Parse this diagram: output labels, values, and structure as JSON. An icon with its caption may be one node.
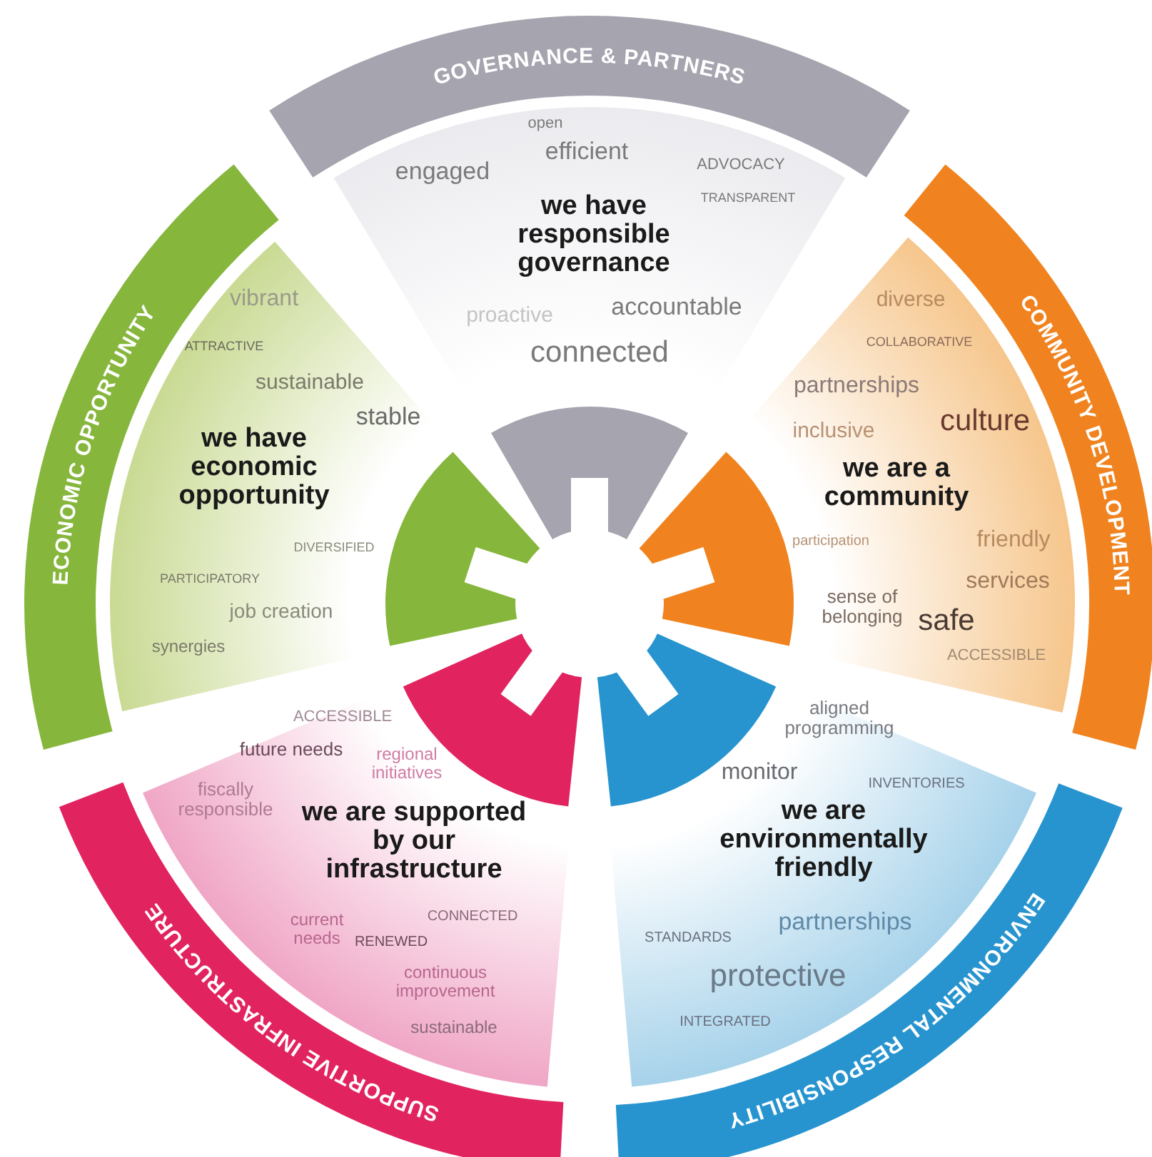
{
  "diagram": {
    "nodes": [
      {
        "text": [
          "GOVERNANCE & PARTNERS"
        ]
      },
      {
        "text": [
          "open",
          "efficient",
          "engaged",
          "ADVOCACY",
          "TRANSPARENT",
          "we have responsible governance",
          "accountable",
          "proactive",
          "connected"
        ]
      },
      {
        "text": [
          "ECONOMIC OPPORTUNITY"
        ]
      },
      {
        "text": [
          "vibrant",
          "ATTRACTIVE",
          "sustainable",
          "stable",
          "we have economic opportunity",
          "DIVERSIFIED",
          "PARTICIPATORY",
          "job creation",
          "synergies"
        ]
      },
      {
        "text": [
          "COMMUNITY DEVELOPMENT"
        ]
      },
      {
        "text": [
          "diverse",
          "COLLABORATIVE",
          "partnerships",
          "culture",
          "inclusive",
          "we are a community",
          "participation",
          "friendly",
          "services",
          "sense of belonging",
          "safe",
          "ACCESSIBLE"
        ]
      },
      {
        "text": [
          "SUPPORTIVE INFRASTRUCTURE"
        ]
      },
      {
        "text": [
          "ACCESSIBLE",
          "future needs",
          "regional initiatives",
          "fiscally responsible",
          "we are supported by our infrastructure",
          "CONNECTED",
          "current needs",
          "RENEWED",
          "continuous improvement",
          "sustainable"
        ]
      },
      {
        "text": [
          "ENVIRONMENTAL RESPONSIBILITY"
        ]
      },
      {
        "text": [
          "aligned programming",
          "monitor",
          "INVENTORIES",
          "we are environmentally friendly",
          "partnerships",
          "STANDARDS",
          "protective",
          "INTEGRATED"
        ]
      }
    ]
  }
}
